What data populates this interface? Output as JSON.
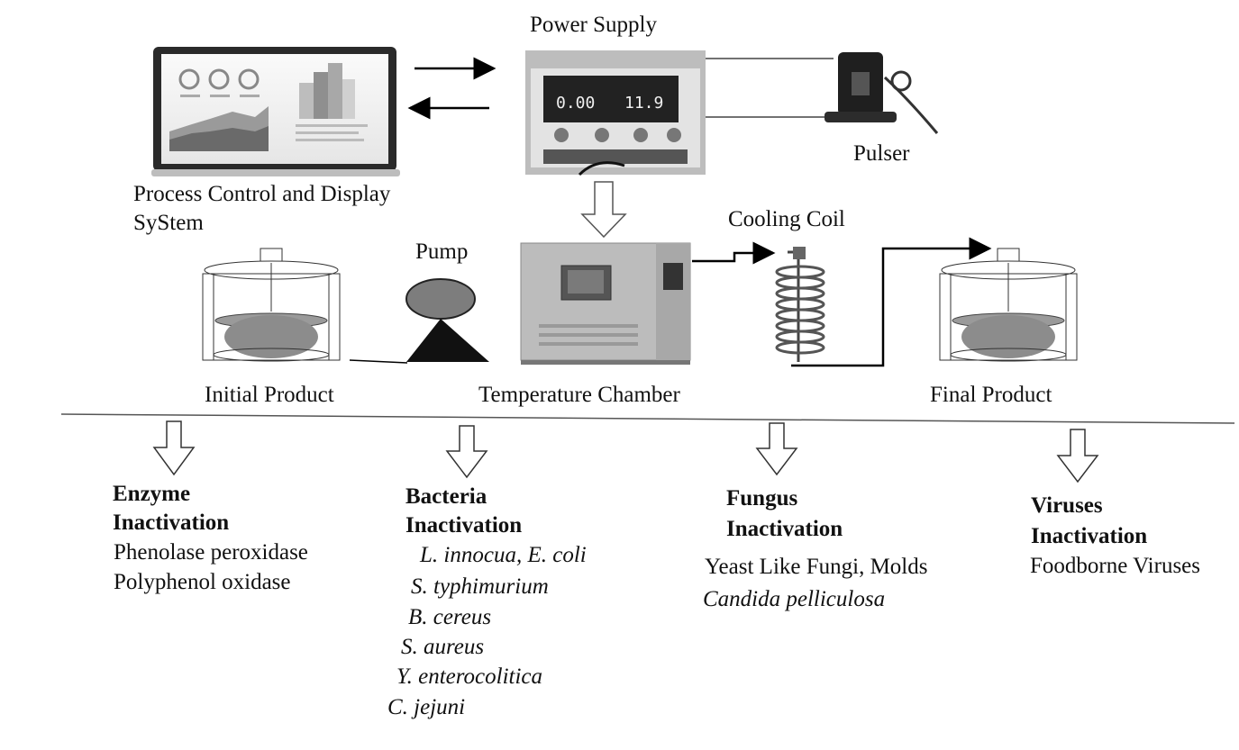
{
  "top_labels": {
    "power_supply": "Power Supply",
    "pulser": "Pulser",
    "process_control": [
      "Process Control and Display",
      "SyStem"
    ],
    "cooling_coil": "Cooling Coil",
    "pump": "Pump",
    "initial_product": "Initial Product",
    "temperature_chamber": "Temperature Chamber",
    "final_product": "Final Product"
  },
  "power_supply_display": {
    "left": "0.00",
    "right": "11.9"
  },
  "categories": [
    {
      "title": [
        "Enzyme",
        "Inactivation"
      ],
      "items": [
        "Phenolase peroxidase",
        "Polyphenol oxidase"
      ],
      "italic": false
    },
    {
      "title": [
        "Bacteria",
        "Inactivation"
      ],
      "items": [
        "L. innocua, E. coli",
        "S. typhimurium",
        "B. cereus",
        "S. aureus",
        "Y. enterocolitica",
        "C. jejuni"
      ],
      "italic": true
    },
    {
      "title": [
        "Fungus",
        "Inactivation"
      ],
      "items": [
        "Yeast Like Fungi, Molds",
        "Candida pelliculosa"
      ],
      "italic_items": [
        false,
        true
      ]
    },
    {
      "title": [
        "Viruses",
        "Inactivation"
      ],
      "items": [
        "Foodborne Viruses"
      ],
      "italic": false
    }
  ]
}
